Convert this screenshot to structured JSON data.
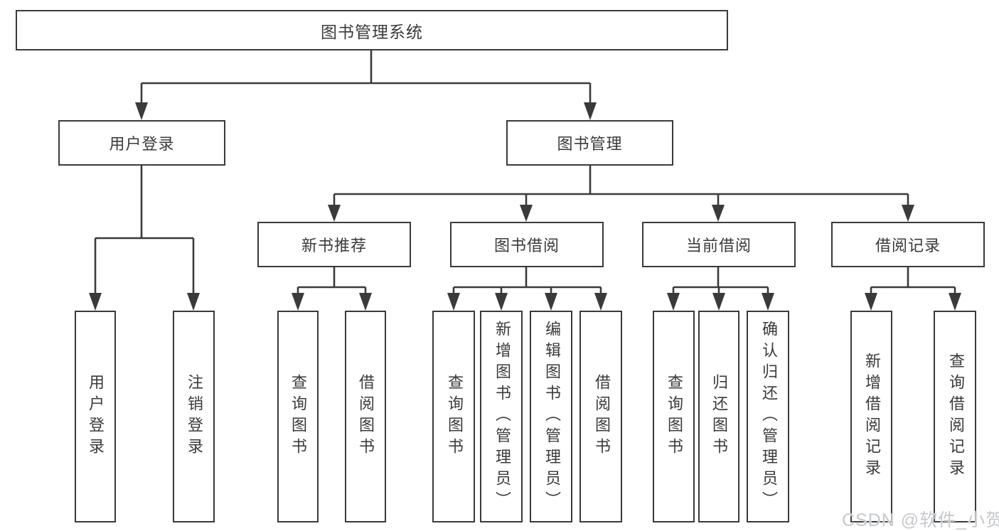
{
  "diagram": {
    "root": {
      "label": "图书管理系统"
    },
    "branches": [
      {
        "label": "用户登录",
        "children": [
          "用户登录",
          "注销登录"
        ]
      },
      {
        "label": "图书管理",
        "groups": [
          {
            "label": "新书推荐",
            "children": [
              "查询图书",
              "借阅图书"
            ]
          },
          {
            "label": "图书借阅",
            "children": [
              "查询图书",
              "新增图书（管理员）",
              "编辑图书（管理员）",
              "借阅图书"
            ]
          },
          {
            "label": "当前借阅",
            "children": [
              "查询图书",
              "归还图书",
              "确认归还（管理员）"
            ]
          },
          {
            "label": "借阅记录",
            "children": [
              "新增借阅记录",
              "查询借阅记录"
            ]
          }
        ]
      }
    ]
  },
  "watermark": {
    "text": "CSDN @软件_小贺同学"
  },
  "colors": {
    "line": "#3a3a3a",
    "text": "#3a3a3a",
    "box_background": "#ffffff",
    "watermark": "#c6c9cc",
    "background": "#ffffff"
  }
}
